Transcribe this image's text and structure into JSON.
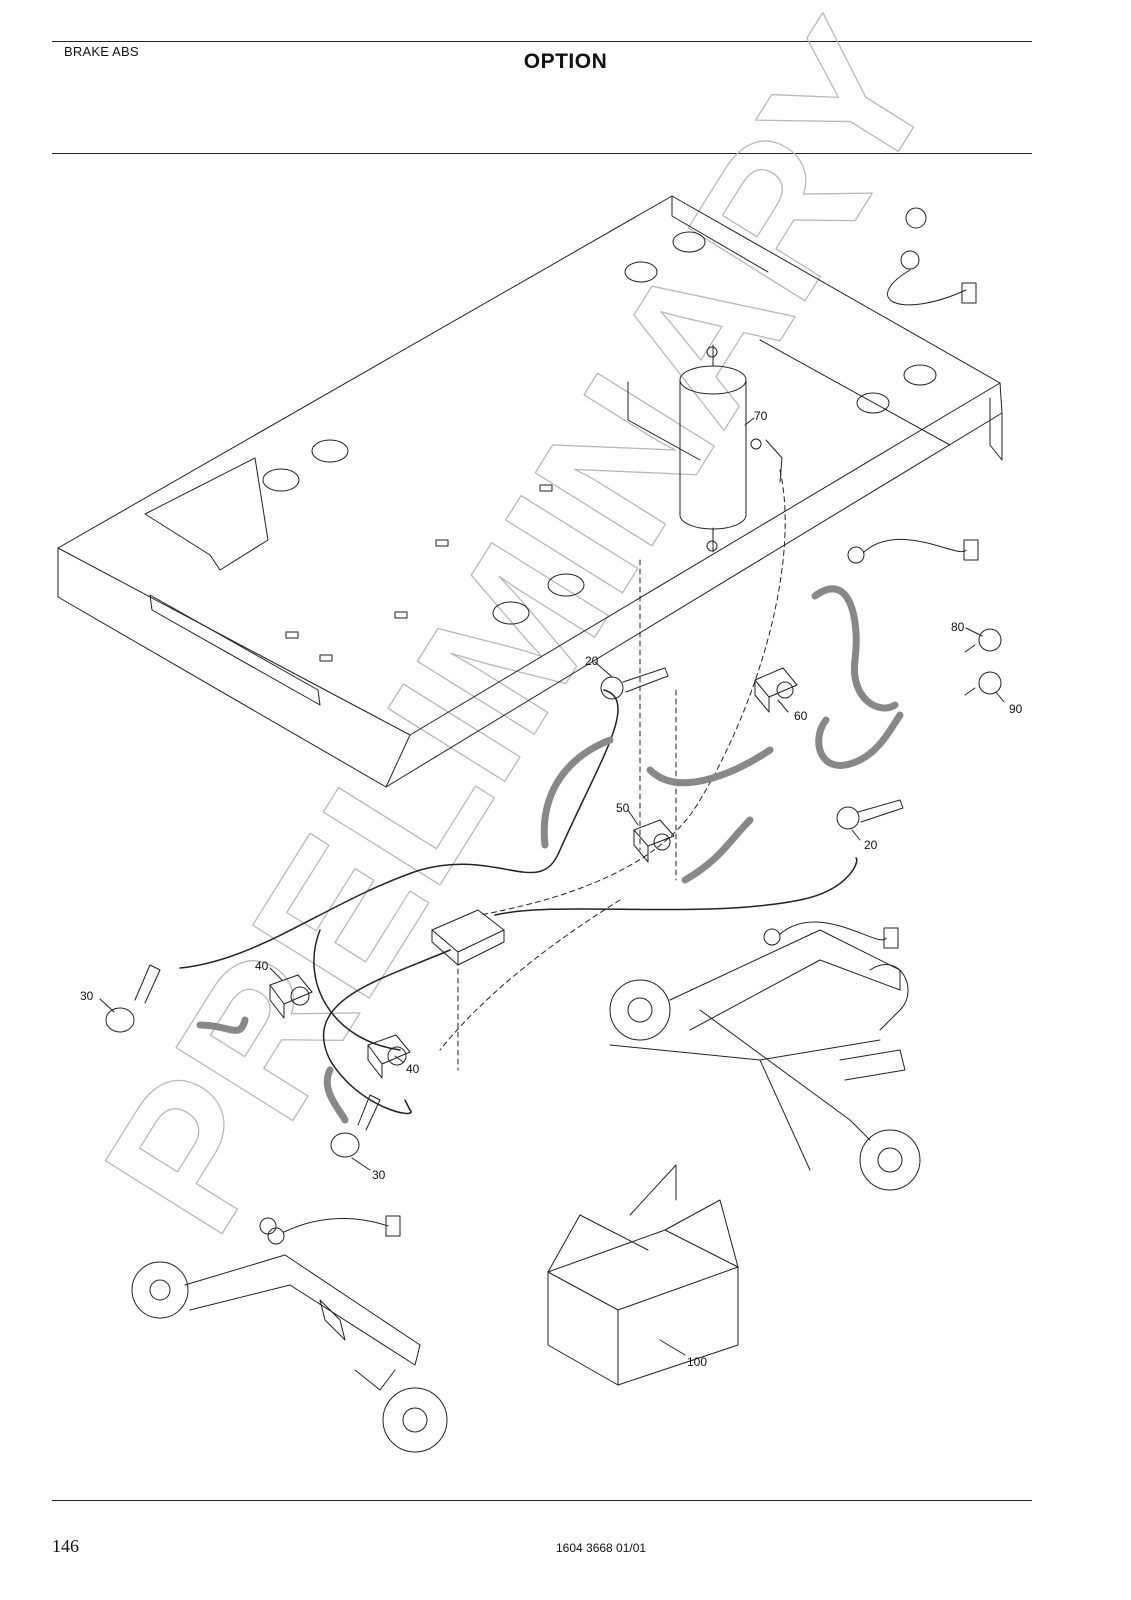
{
  "header": {
    "section": "BRAKE ABS",
    "title": "OPTION"
  },
  "footer": {
    "page_number": "146",
    "document_number": "1604 3668 01/01"
  },
  "watermark": "PRELIMINARY",
  "callouts": {
    "c20a": "20",
    "c20b": "20",
    "c30a": "30",
    "c30b": "30",
    "c40a": "40",
    "c40b": "40",
    "c50": "50",
    "c60": "60",
    "c70": "70",
    "c80": "80",
    "c90": "90",
    "c100": "100"
  }
}
